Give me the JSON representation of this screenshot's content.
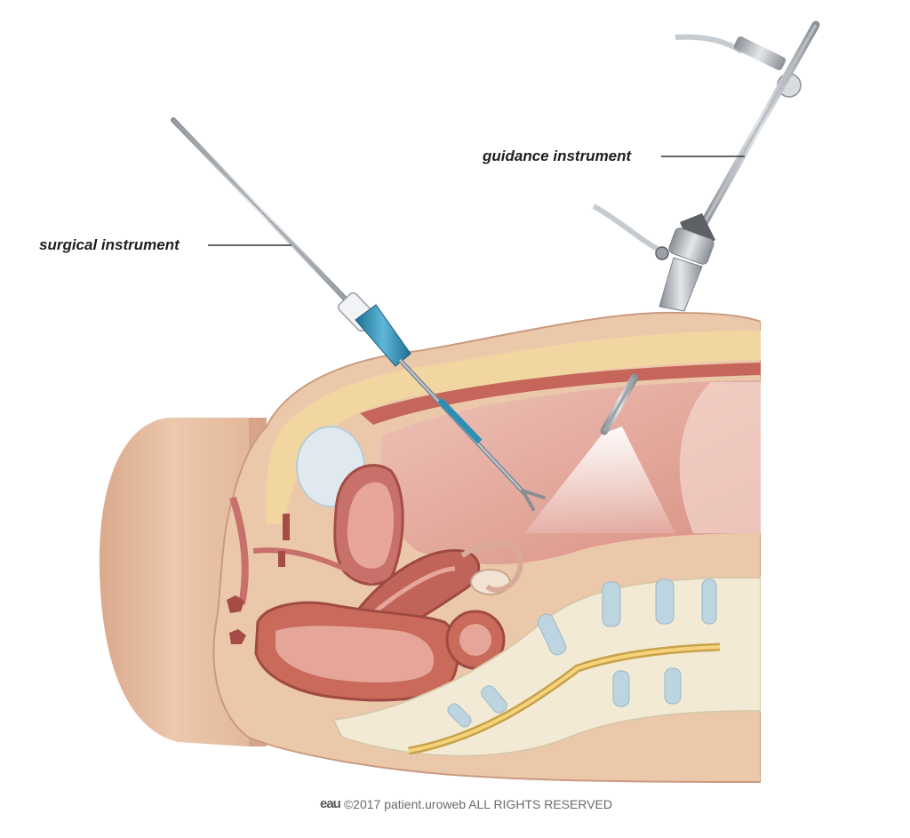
{
  "labels": {
    "surgical_instrument": "surgical instrument",
    "guidance_instrument": "guidance instrument"
  },
  "footer": {
    "logo": "eau",
    "copyright": "©2017 patient.uroweb ALL RIGHTS RESERVED"
  },
  "colors": {
    "skin": "#e6c0a4",
    "fat": "#f2d7a2",
    "muscle": "#c96a5a",
    "cavity": "#e7b3a8",
    "bone": "#f3ead6",
    "disc": "#bcd5e0",
    "instrument": "#a9adb2",
    "trocar_blue": "#2e8fb5"
  }
}
